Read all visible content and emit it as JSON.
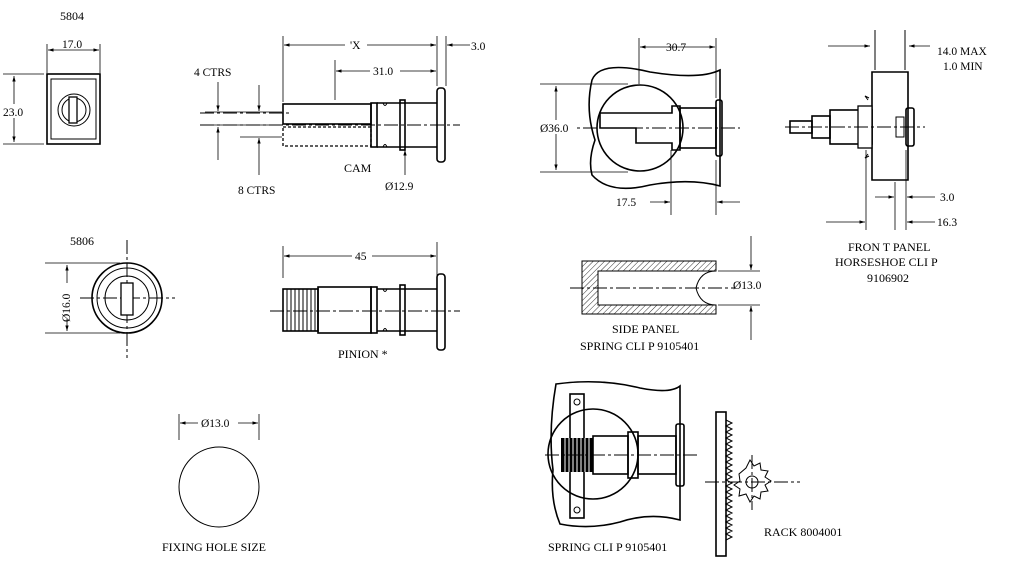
{
  "labels": {
    "part_5804": "5804",
    "part_5806": "5806",
    "width_17": "17.0",
    "height_23": "23.0",
    "dia_16": "Ø16.0",
    "ctrs_4": "4 CTRS",
    "ctrs_8": "8 CTRS",
    "dim_x": "'X",
    "dim_31": "31.0",
    "dim_3": "3.0",
    "cam": "CAM",
    "dia_12_9": "Ø12.9",
    "dim_45": "45",
    "pinion": "PINION *",
    "dia_13_hole": "Ø13.0",
    "fixing_hole": "FIXING HOLE SIZE",
    "dim_30_7": "30.7",
    "dia_36": "Ø36.0",
    "dim_17_5": "17.5",
    "dia_13_side": "Ø13.0",
    "side_panel_1": "SIDE  PANEL",
    "side_panel_2": "SPRING CLI P  9105401",
    "max_14": "14.0 MAX",
    "min_1": "1.0 MIN",
    "dim_3_fp": "3.0",
    "dim_16_3": "16.3",
    "front_panel_1": "FRON T PANEL",
    "front_panel_2": "HORSESHOE CLI  P",
    "front_panel_3": "9106902",
    "spring_clip": "SPRING CLI P  9105401",
    "rack": "RACK 8004001"
  }
}
